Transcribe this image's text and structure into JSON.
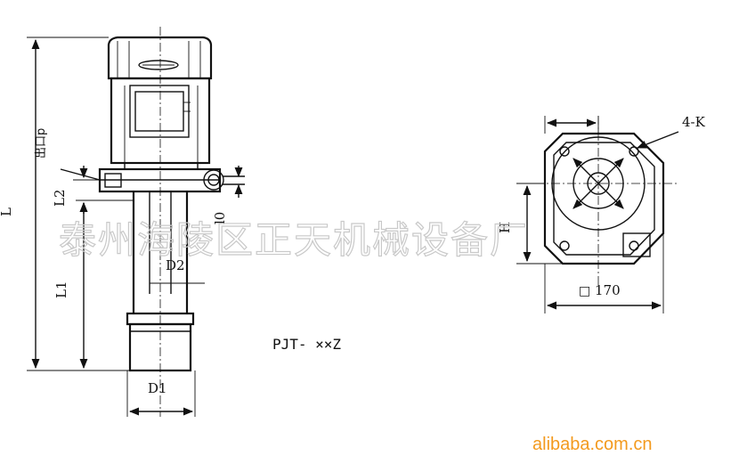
{
  "drawing": {
    "outlet_label": "出口p",
    "dims": {
      "L": "L",
      "L1": "L1",
      "L2": "L2",
      "l0": "l0",
      "D1": "D1",
      "D2": "D2",
      "H": "H",
      "K": "4-K",
      "square": "170",
      "square_symbol": "□"
    },
    "model": "PJT- ××Z"
  },
  "watermark": {
    "company": "泰州海陵区正天机械设备厂"
  },
  "site": {
    "logo_text": "alibaba.com.cn"
  }
}
